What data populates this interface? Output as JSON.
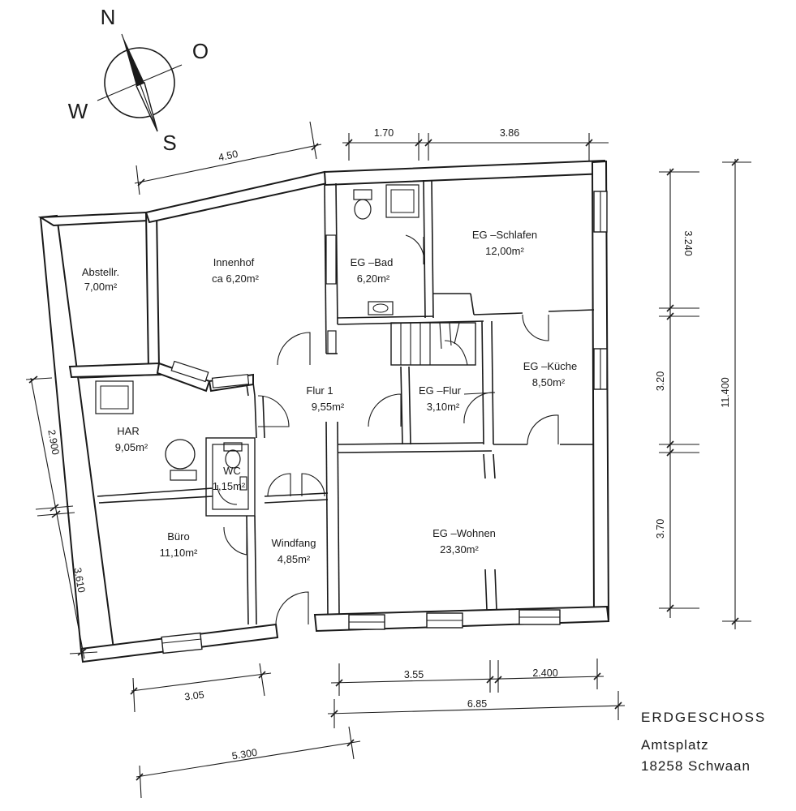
{
  "compass": {
    "n": "N",
    "e": "O",
    "s": "S",
    "w": "W"
  },
  "rooms": {
    "abstell": {
      "name": "Abstellr.",
      "area": "7,00m²"
    },
    "innenhof": {
      "name": "Innenhof",
      "area": "ca 6,20m²"
    },
    "bad": {
      "name": "EG –Bad",
      "area": "6,20m²"
    },
    "schlafen": {
      "name": "EG –Schlafen",
      "area": "12,00m²"
    },
    "har": {
      "name": "HAR",
      "area": "9,05m²"
    },
    "flur1": {
      "name": "Flur 1",
      "area": "9,55m²"
    },
    "egflur": {
      "name": "EG –Flur",
      "area": "3,10m²"
    },
    "kueche": {
      "name": "EG –Küche",
      "area": "8,50m²"
    },
    "wc": {
      "name": "WC",
      "area": "1,15m²"
    },
    "buero": {
      "name": "Büro",
      "area": "11,10m²"
    },
    "windfang": {
      "name": "Windfang",
      "area": "4,85m²"
    },
    "wohnen": {
      "name": "EG –Wohnen",
      "area": "23,30m²"
    }
  },
  "dimensions": {
    "top_170": "1.70",
    "top_386": "3.86",
    "top_450": "4.50",
    "right_3240": "3.240",
    "right_320": "3.20",
    "right_370": "3.70",
    "right_11400": "11.400",
    "left_2900": "2.900",
    "left_3610": "3.610",
    "bottom_305": "3.05",
    "bottom_355": "3.55",
    "bottom_2400": "2.400",
    "bottom_685": "6.85",
    "bottom_5300": "5.300"
  },
  "title": {
    "floor": "ERDGESCHOSS",
    "street": "Amtsplatz",
    "city": "18258 Schwaan"
  }
}
